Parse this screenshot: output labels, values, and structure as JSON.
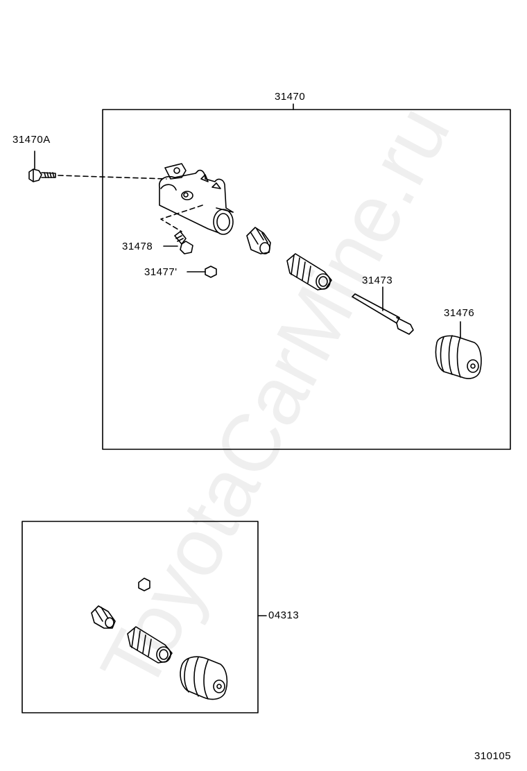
{
  "labels": {
    "assembly": "31470",
    "bolt": "31470A",
    "bleeder_plug": "31478",
    "bleeder_cap": "31477'",
    "push_rod": "31473",
    "boot": "31476",
    "kit": "04313",
    "diagram_id": "310105"
  },
  "watermark": "ToyotaCarMine.ru"
}
